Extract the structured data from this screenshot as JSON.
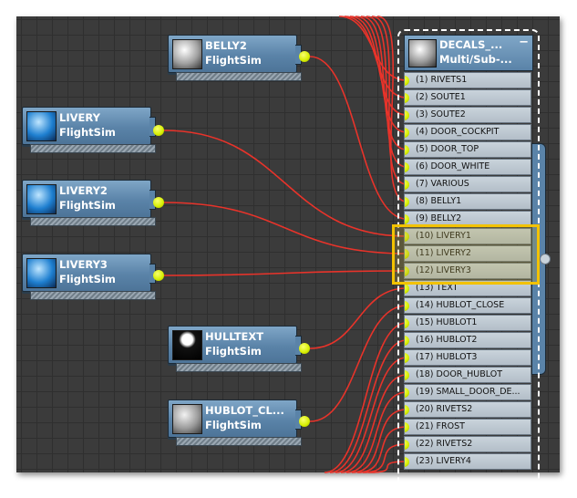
{
  "nodes": {
    "belly2": {
      "name": "BELLY2",
      "type": "FlightSim",
      "thumb": "sphere-icon"
    },
    "livery": {
      "name": "LIVERY",
      "type": "FlightSim",
      "thumb": "blue-sphere-icon"
    },
    "livery2": {
      "name": "LIVERY2",
      "type": "FlightSim",
      "thumb": "blue-sphere-icon"
    },
    "livery3": {
      "name": "LIVERY3",
      "type": "FlightSim",
      "thumb": "blue-sphere-icon"
    },
    "hulltext": {
      "name": "HULLTEXT",
      "type": "FlightSim",
      "thumb": "black-sphere-icon"
    },
    "hublot_cl": {
      "name": "HUBLOT_CL...",
      "type": "FlightSim",
      "thumb": "sphere-icon"
    }
  },
  "multi": {
    "title": "DECALS_...",
    "subtitle": "Multi/Sub-...",
    "minimize": "−",
    "slots": [
      "(1) RIVETS1",
      "(2) SOUTE1",
      "(3) SOUTE2",
      "(4) DOOR_COCKPIT",
      "(5) DOOR_TOP",
      "(6) DOOR_WHITE",
      "(7) VARIOUS",
      "(8) BELLY1",
      "(9) BELLY2",
      "(10) LIVERY1",
      "(11) LIVERY2",
      "(12) LIVERY3",
      "(13) TEXT",
      "(14) HUBLOT_CLOSE",
      "(15) HUBLOT1",
      "(16) HUBLOT2",
      "(17) HUBLOT3",
      "(18) DOOR_HUBLOT",
      "(19) SMALL_DOOR_DE...",
      "(20) RIVETS2",
      "(21) FROST",
      "(22) RIVETS2",
      "(23) LIVERY4"
    ],
    "highlighted_slots": [
      10,
      11,
      12
    ]
  },
  "colors": {
    "wire": "#e8332a",
    "port": "#d6ee00",
    "highlight": "#f2c200",
    "node": "#5a83a8"
  }
}
